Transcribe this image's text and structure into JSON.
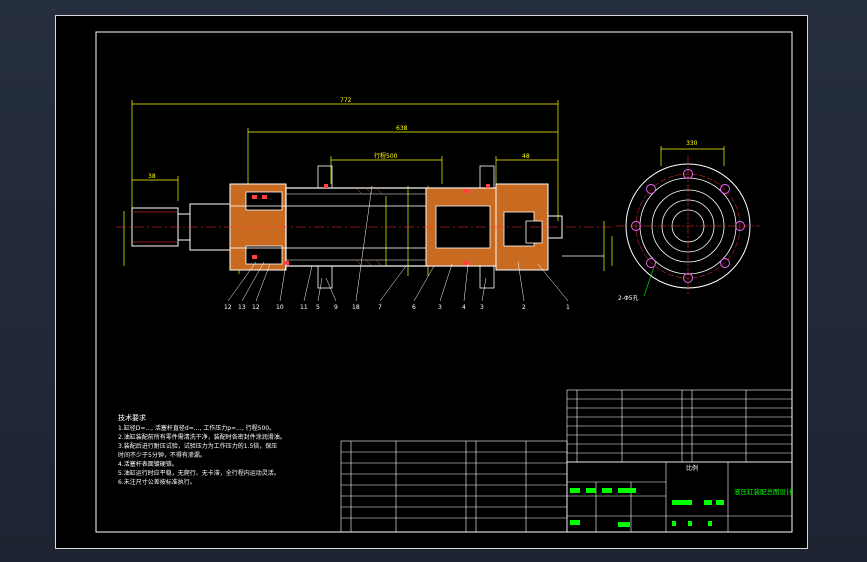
{
  "colors": {
    "viewport_bg": "#232a38",
    "sheet_bg": "#000000",
    "outline": "#ffffff",
    "dimension": "#ffff00",
    "section_fill": "#c86a20",
    "center_line": "#ff3030",
    "seal": "#ff4040",
    "flange_holes": "#ff66ff",
    "leader": "#00ff00",
    "table_text": "#ffffff"
  },
  "drawing": {
    "dimensions": {
      "overall_length": "772",
      "body_length": "638",
      "stroke": "行程500",
      "flange_offset": "48",
      "rod_end_length": "38",
      "flange_width": "330"
    },
    "part_numbers": [
      "12",
      "13",
      "12",
      "10",
      "11",
      "5",
      "9",
      "18",
      "7",
      "6",
      "3",
      "4",
      "3",
      "2",
      "1"
    ],
    "note_holes": "2-Φ5孔"
  },
  "notes": {
    "title": "技术要求",
    "lines": [
      "1.缸径D=..., 活塞杆直径d=..., 工作压力p=..., 行程500。",
      "2.油缸装配前所有零件需清洗干净，装配时各密封件涂润滑油。",
      "3.装配后进行耐压试验，试验压力为工作压力的1.5倍，保压",
      "  时间不少于5分钟，不得有渗漏。",
      "4.活塞杆表面镀硬铬。",
      "5.油缸运行时应平稳，无爬行、无卡滞，全行程内运动灵活。",
      "6.未注尺寸公差按标准执行。"
    ]
  },
  "title_block": {
    "drawing_name": "液压缸装配总图设计",
    "scale_label": "比例"
  }
}
